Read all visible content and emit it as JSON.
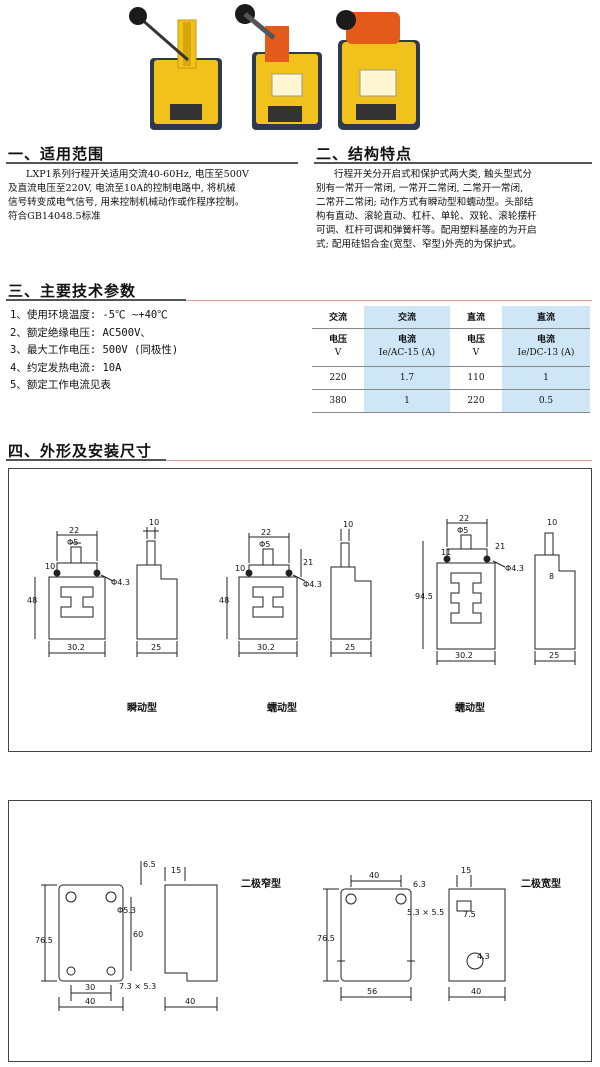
{
  "sections": {
    "applicable": {
      "title": "一、适用范围",
      "lines": [
        "LXP1系列行程开关适用交流40-60Hz, 电压至500V",
        "及直流电压至220V, 电流至10A的控制电路中, 将机械",
        "信号转变成电气信号, 用来控制机械动作或作程序控制。",
        "符合GB14048.5标准"
      ]
    },
    "structure": {
      "title": "二、结构特点",
      "lines": [
        "行程开关分开启式和保护式两大类, 触头型式分",
        "别有一常开一常闭, 一常开二常闭, 二常开一常闭,",
        "二常开二常闭; 动作方式有瞬动型和蠕动型。头部结",
        "构有直动、滚轮直动、杠杆、单轮、双轮、滚轮摆杆",
        "可调、杠杆可调和弹簧杆等。配用塑料基座的为开启",
        "式; 配用硅铝合金(宽型、窄型)外壳的为保护式。"
      ]
    },
    "technical": {
      "title": "三、主要技术参数",
      "items": [
        "1、使用环境温度: -5℃ ~+40℃",
        "2、额定绝缘电压: AC500V、",
        "3、最大工作电压: 500V (同极性)",
        "4、约定发热电流: 10A",
        "5、额定工作电流见表"
      ]
    },
    "dimensions": {
      "title": "四、外形及安装尺寸"
    }
  },
  "table": {
    "header": [
      "交流",
      "交流",
      "直流",
      "直流"
    ],
    "sub": [
      [
        "电压",
        "V"
      ],
      [
        "电流",
        "Ie/AC-15 (A)"
      ],
      [
        "电压",
        "V"
      ],
      [
        "电流",
        "Ie/DC-13 (A)"
      ]
    ],
    "rows": [
      [
        "220",
        "1.7",
        "110",
        "1"
      ],
      [
        "380",
        "1",
        "220",
        "0.5"
      ]
    ]
  },
  "drawings": {
    "captions": [
      "瞬动型",
      "蠕动型",
      "蠕动型",
      "二极窄型",
      "二极宽型"
    ],
    "dims": {
      "d22": "22",
      "phi5": "Φ5",
      "d10": "10",
      "d48": "48",
      "phi43": "Φ4.3",
      "d302": "30.2",
      "d25": "25",
      "d21": "21",
      "d945": "94.5",
      "d11": "11",
      "d8": "8",
      "d65": "6.5",
      "d15": "15",
      "phi53": "Φ5.3",
      "d765": "76.5",
      "d60": "60",
      "d30": "30",
      "d40": "40",
      "d73x53": "7.3 × 5.3",
      "d63": "6.3",
      "d53x55": "5.3 × 5.5",
      "d75": "7.5",
      "d43": "4.3",
      "d56": "56"
    }
  }
}
